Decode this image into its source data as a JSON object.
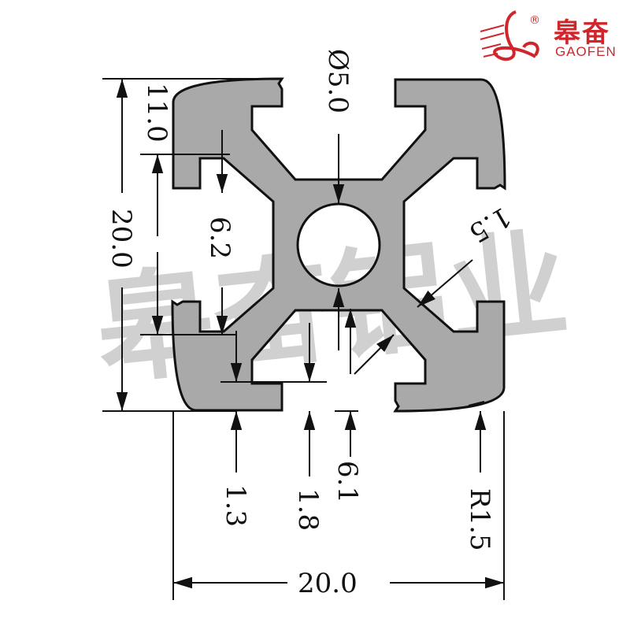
{
  "logo": {
    "cn": "皋奋",
    "en": "GAOFEN",
    "mark": "®"
  },
  "watermark": "皋奋铝业",
  "dimensions": {
    "d11": "11.0",
    "height": "20.0",
    "slot": "6.2",
    "bore": "Ø5.0",
    "web": "1.5",
    "d61": "6.1",
    "d13": "1.3",
    "d18": "1.8",
    "radius": "R1.5",
    "width": "20.0"
  },
  "colors": {
    "profile": "#a9a9a9",
    "brand": "#d0262b"
  }
}
